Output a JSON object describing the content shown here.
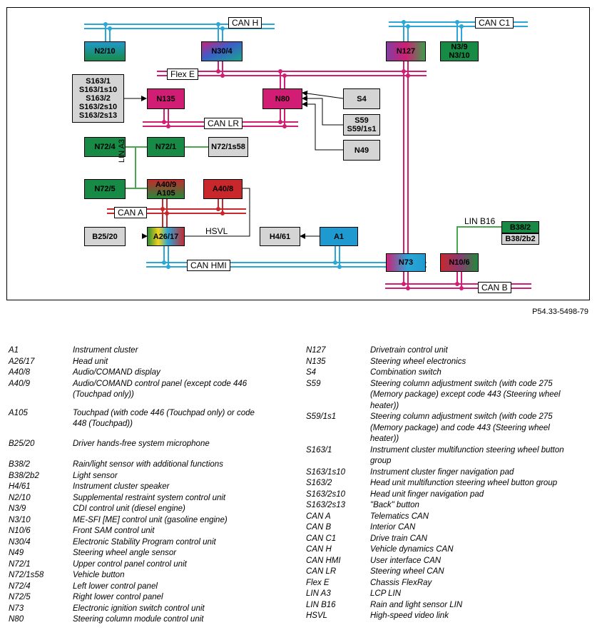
{
  "colors": {
    "can_cyan": "#2aa7d6",
    "flexray_magenta": "#d11e74",
    "lin_green": "#4aa64a",
    "red_line": "#c8282c"
  },
  "nodes": {
    "n2_10": "N2/10",
    "n30_4": "N30/4",
    "n127": "N127",
    "n3_9": "N3/9\nN3/10",
    "s163": "S163/1\nS163/1s10\nS163/2\nS163/2s10\nS163/2s13",
    "n135": "N135",
    "n80": "N80",
    "s4": "S4",
    "s59": "S59\nS59/1s1",
    "n49": "N49",
    "n72_4": "N72/4",
    "n72_1": "N72/1",
    "n72_1s58": "N72/1s58",
    "n72_5": "N72/5",
    "a40_9": "A40/9\nA105",
    "a40_8": "A40/8",
    "b25_20": "B25/20",
    "a26_17": "A26/17",
    "h4_61": "H4/61",
    "a1": "A1",
    "n73": "N73",
    "n10_6": "N10/6",
    "b38_2": "B38/2",
    "b38_2b2": "B38/2b2"
  },
  "bus_labels": {
    "can_h": "CAN H",
    "can_c1": "CAN C1",
    "flex_e": "Flex E",
    "can_lr": "CAN LR",
    "lin_a3": "LIN A3",
    "can_a": "CAN A",
    "hsvl": "HSVL",
    "can_hmi": "CAN HMI",
    "lin_b16": "LIN B16",
    "can_b": "CAN B"
  },
  "reference": "P54.33-5498-79",
  "legend_left": [
    {
      "code": "A1",
      "desc": "Instrument cluster"
    },
    {
      "code": "A26/17",
      "desc": "Head unit"
    },
    {
      "code": "A40/8",
      "desc": "Audio/COMAND display"
    },
    {
      "code": "A40/9",
      "desc": "Audio/COMAND control panel (except code 446\n(Touchpad only))"
    },
    {
      "code": "A105",
      "desc": "Touchpad (with code 446 (Touchpad only) or code\n448 (Touchpad))"
    },
    {
      "code": "B25/20",
      "desc": "Driver hands-free system microphone"
    },
    {
      "code": "B38/2",
      "desc": "Rain/light sensor with additional functions"
    },
    {
      "code": "B38/2b2",
      "desc": "Light sensor"
    },
    {
      "code": "H4/61",
      "desc": "Instrument cluster speaker"
    },
    {
      "code": "N2/10",
      "desc": "Supplemental restraint system control unit"
    },
    {
      "code": "N3/9",
      "desc": "CDI control unit (diesel engine)"
    },
    {
      "code": "N3/10",
      "desc": "ME-SFI [ME] control unit (gasoline engine)"
    },
    {
      "code": "N10/6",
      "desc": "Front SAM control unit"
    },
    {
      "code": "N30/4",
      "desc": "Electronic Stability Program control unit"
    },
    {
      "code": "N49",
      "desc": "Steering wheel angle sensor"
    },
    {
      "code": "N72/1",
      "desc": "Upper control panel control unit"
    },
    {
      "code": "N72/1s58",
      "desc": "Vehicle button"
    },
    {
      "code": "N72/4",
      "desc": "Left lower control panel"
    },
    {
      "code": "N72/5",
      "desc": "Right lower control panel"
    },
    {
      "code": "N73",
      "desc": "Electronic ignition switch control unit"
    },
    {
      "code": "N80",
      "desc": "Steering column module control unit"
    }
  ],
  "legend_right": [
    {
      "code": "N127",
      "desc": "Drivetrain control unit"
    },
    {
      "code": "N135",
      "desc": "Steering wheel electronics"
    },
    {
      "code": "S4",
      "desc": "Combination switch"
    },
    {
      "code": "S59",
      "desc": "Steering column adjustment switch (with code 275\n(Memory package) except code 443 (Steering wheel\nheater))"
    },
    {
      "code": "S59/1s1",
      "desc": "Steering column adjustment switch (with code 275\n(Memory package) and code 443 (Steering wheel\nheater))"
    },
    {
      "code": "S163/1",
      "desc": "Instrument cluster multifunction steering wheel button\ngroup"
    },
    {
      "code": "S163/1s10",
      "desc": "Instrument cluster finger navigation pad"
    },
    {
      "code": "S163/2",
      "desc": "Head unit multifunction steering wheel button group"
    },
    {
      "code": "S163/2s10",
      "desc": "Head unit finger navigation pad"
    },
    {
      "code": "S163/2s13",
      "desc": "\"Back\" button"
    },
    {
      "code": "CAN A",
      "desc": "Telematics CAN"
    },
    {
      "code": "CAN B",
      "desc": "Interior CAN"
    },
    {
      "code": "CAN C1",
      "desc": "Drive train CAN"
    },
    {
      "code": "CAN H",
      "desc": "Vehicle dynamics CAN"
    },
    {
      "code": "CAN HMI",
      "desc": "User interface CAN"
    },
    {
      "code": "CAN LR",
      "desc": "Steering wheel CAN"
    },
    {
      "code": "Flex E",
      "desc": "Chassis FlexRay"
    },
    {
      "code": "LIN A3",
      "desc": "LCP LIN"
    },
    {
      "code": "LIN B16",
      "desc": "Rain and light sensor LIN"
    },
    {
      "code": "HSVL",
      "desc": "High-speed video link"
    }
  ]
}
